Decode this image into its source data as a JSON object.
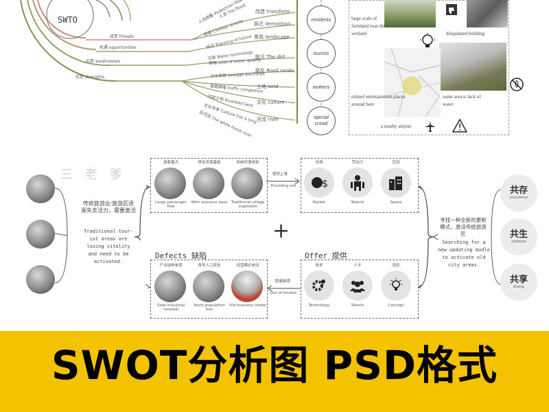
{
  "swot": {
    "center_label": "SWTO",
    "rows": [
      {
        "label": "成势 threats"
      },
      {
        "label": "机遇 opportunities"
      },
      {
        "label": "劣势 weaknesses"
      },
      {
        "label": "优势 strengths"
      }
    ],
    "diagonal_labels": [
      "人流频繁 Pedestrian flow",
      "人流 The flood",
      "街道 Chinese streets",
      "拆迁 Planning of future",
      "河道 Water technology",
      "拥堵 Loss of water quality",
      "污水排放 sewage discharge",
      "道路拥堵 traffic congestion",
      "河床土地 Riverbed land",
      "文化传承 Culture has a long",
      "白河流 The white horse river"
    ],
    "bars": [
      {
        "label": "改造 transform"
      },
      {
        "label": "拆迁 demolition"
      },
      {
        "label": "景观 landscape"
      },
      {
        "label": "脏污 The dirt"
      },
      {
        "label": "路乱 Road rando"
      },
      {
        "label": "土地 land"
      },
      {
        "label": "文化 culture"
      },
      {
        "label": "河流 river"
      }
    ],
    "stakeholders": [
      "residents",
      "tourists",
      "workers",
      "special crowd"
    ]
  },
  "photo_panel": {
    "captions": [
      "large scale of farmland near the wetland",
      "dilapidated building",
      "related entertainment places around here",
      "some area is lack of water",
      "a nearby airport"
    ]
  },
  "flow": {
    "watermark": "三 老 爹",
    "left_text_cn": "传统旅游业/旅游区逐渐失去活力，需要激活",
    "left_text_en": "Traditional tour-ist areas are losing vitality and need to be activated.",
    "plus": "+",
    "right_text_cn": "寻找一种全新的更新模式，激活传统旅游区",
    "right_text_en": "Searching for a new updating modle to activate old city areas.",
    "top_left_box": {
      "titles": [
        "游客量大",
        "再有资源基础",
        "传统村落老街"
      ],
      "captions": [
        "Large passenger flow",
        "With resource base",
        "Traditional village vegetable"
      ]
    },
    "providing_label_cn": "提供土壤",
    "providing_label_en": "Providing soil",
    "top_right_box": {
      "titles": [
        "市场",
        "劳动力",
        "空间"
      ],
      "captions": [
        "Market",
        "Talents",
        "Space"
      ]
    },
    "defects": {
      "title": "Defects 缺陷",
      "titles": [
        "产业结构单调",
        "青年人口流失",
        "经营模式老旧"
      ],
      "captions": [
        "Slow industrial renewal",
        "Youth population loss",
        "Old business model"
      ]
    },
    "outof_label_cn": "脱离困境",
    "outof_label_en": "Out of trouble",
    "offer": {
      "title": "Offer 提供",
      "titles": [
        "技术",
        "人才",
        "观念"
      ],
      "captions": [
        "Technology",
        "Talents",
        "Concept"
      ]
    },
    "right_circles": [
      {
        "cn": "共存",
        "en": "coexistence"
      },
      {
        "cn": "共生",
        "en": "symbiosis"
      },
      {
        "cn": "共享",
        "en": "sharing"
      }
    ]
  },
  "banner": {
    "text": "SWOT分析图 PSD格式",
    "color": "#f3c200"
  }
}
